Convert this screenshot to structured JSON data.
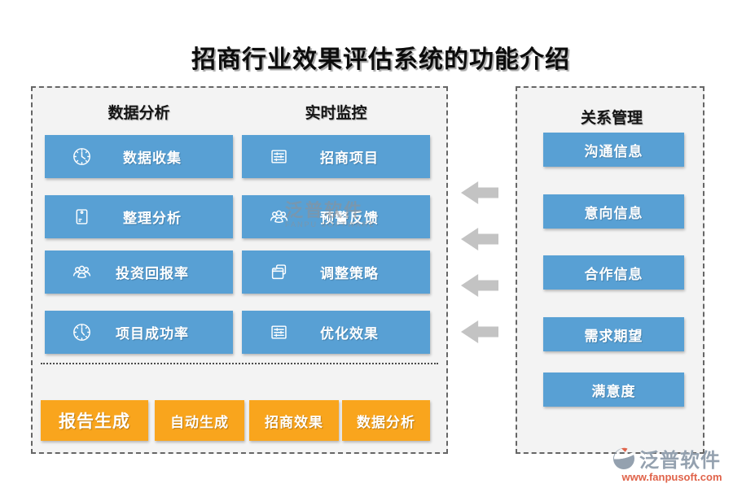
{
  "title": "招商行业效果评估系统的功能介绍",
  "colors": {
    "blue_button": "#58a0d4",
    "orange_button": "#f9a51d",
    "arrow_gray": "#c3c3c3",
    "panel_bg": "#f3f3f3",
    "brand_gray": "#94a1af",
    "brand_url_orange": "#e0634a"
  },
  "left_panel": {
    "columns": [
      {
        "header": "数据分析",
        "items": [
          {
            "label": "数据收集",
            "icon": "clock-icon"
          },
          {
            "label": "整理分析",
            "icon": "document-bag-icon"
          },
          {
            "label": "投资回报率",
            "icon": "users-icon"
          },
          {
            "label": "项目成功率",
            "icon": "clock-icon"
          }
        ]
      },
      {
        "header": "实时监控",
        "items": [
          {
            "label": "招商项目",
            "icon": "checklist-icon"
          },
          {
            "label": "预警反馈",
            "icon": "users-icon"
          },
          {
            "label": "调整策略",
            "icon": "copy-windows-icon"
          },
          {
            "label": "优化效果",
            "icon": "checklist-icon"
          }
        ]
      }
    ],
    "footer_buttons": [
      "报告生成",
      "自动生成",
      "招商效果",
      "数据分析"
    ]
  },
  "arrows": {
    "direction": "left",
    "count": 4
  },
  "right_panel": {
    "header": "关系管理",
    "items": [
      "沟通信息",
      "意向信息",
      "合作信息",
      "需求期望",
      "满意度"
    ]
  },
  "watermark": {
    "line1": "泛普软件",
    "line2": "FANPU SOFTWARE"
  },
  "brand": {
    "name": "泛普软件",
    "url": "www.fanpusoft.com"
  }
}
